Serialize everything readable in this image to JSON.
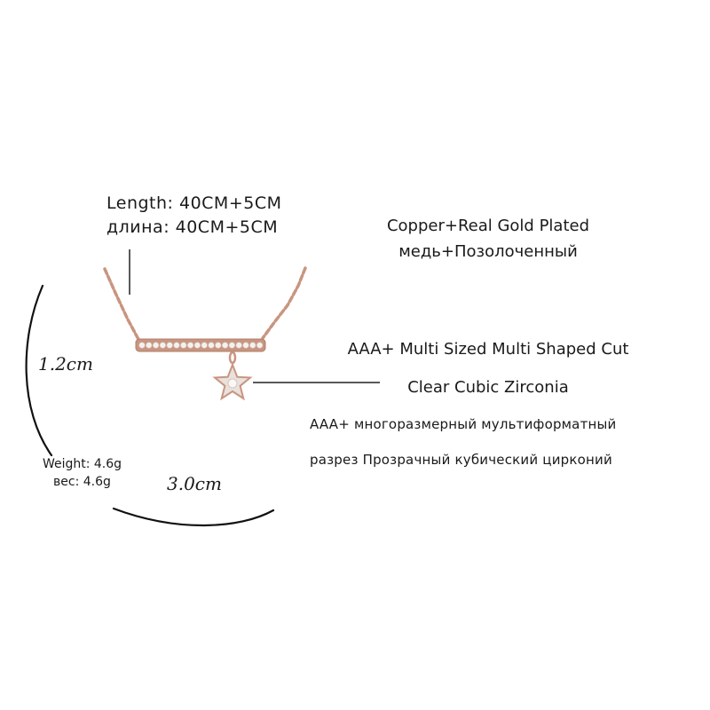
{
  "length": {
    "en": "Length: 40CM+5CM",
    "ru": "длина: 40CM+5CM"
  },
  "material": {
    "en": "Copper+Real Gold Plated",
    "ru": "медь+Позолоченный"
  },
  "stone": {
    "line1": "AAA+ Multi Sized Multi Shaped Cut",
    "line2": "Clear Cubic Zirconia",
    "ru_line1": "AAA+ многоразмерный мультиформатный",
    "ru_line2": "разрез Прозрачный кубический цирконий"
  },
  "weight": {
    "en": "Weight: 4.6g",
    "ru": "вес: 4.6g"
  },
  "dimensions": {
    "height": "1.2cm",
    "width": "3.0cm"
  },
  "colors": {
    "rose_gold": "#c89580",
    "text": "#1a1a1a",
    "line": "#222222",
    "stone": "#f4f1ef"
  }
}
